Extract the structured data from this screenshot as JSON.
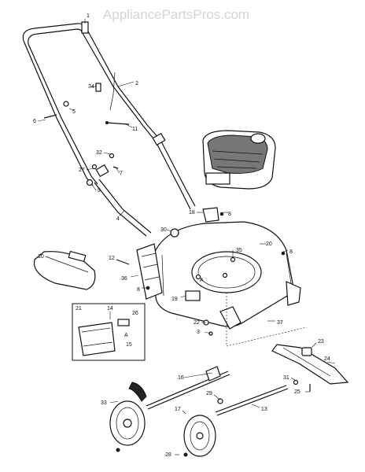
{
  "watermark": "AppliancePartsPros.com",
  "callouts": [
    {
      "id": "c1",
      "text": "1"
    },
    {
      "id": "c2",
      "text": "2"
    },
    {
      "id": "c34",
      "text": "34"
    },
    {
      "id": "c5",
      "text": "5"
    },
    {
      "id": "c6",
      "text": "6"
    },
    {
      "id": "c11",
      "text": "11"
    },
    {
      "id": "c32",
      "text": "32"
    },
    {
      "id": "c27",
      "text": "27"
    },
    {
      "id": "c7",
      "text": "7"
    },
    {
      "id": "c9",
      "text": "9"
    },
    {
      "id": "c4",
      "text": "4"
    },
    {
      "id": "c18",
      "text": "18"
    },
    {
      "id": "c8a",
      "text": "8"
    },
    {
      "id": "c30",
      "text": "30"
    },
    {
      "id": "c20",
      "text": "20"
    },
    {
      "id": "c10",
      "text": "10"
    },
    {
      "id": "c12",
      "text": "12"
    },
    {
      "id": "c35",
      "text": "35"
    },
    {
      "id": "c8b",
      "text": "8"
    },
    {
      "id": "c36",
      "text": "36"
    },
    {
      "id": "cA1",
      "text": "A"
    },
    {
      "id": "c8c",
      "text": "8"
    },
    {
      "id": "c19",
      "text": "19"
    },
    {
      "id": "c22",
      "text": "22"
    },
    {
      "id": "c3",
      "text": "3"
    },
    {
      "id": "c37",
      "text": "37"
    },
    {
      "id": "c23",
      "text": "23"
    },
    {
      "id": "c24",
      "text": "24"
    },
    {
      "id": "c16",
      "text": "16"
    },
    {
      "id": "c31",
      "text": "31"
    },
    {
      "id": "c25",
      "text": "25"
    },
    {
      "id": "c29",
      "text": "29"
    },
    {
      "id": "c33",
      "text": "33"
    },
    {
      "id": "c13",
      "text": "13"
    },
    {
      "id": "c17",
      "text": "17"
    },
    {
      "id": "c28",
      "text": "28"
    }
  ],
  "inset": {
    "labels": [
      {
        "id": "i21",
        "text": "21"
      },
      {
        "id": "i14",
        "text": "14"
      },
      {
        "id": "i26",
        "text": "26"
      },
      {
        "id": "iA",
        "text": "A"
      },
      {
        "id": "i15",
        "text": "15"
      }
    ]
  }
}
